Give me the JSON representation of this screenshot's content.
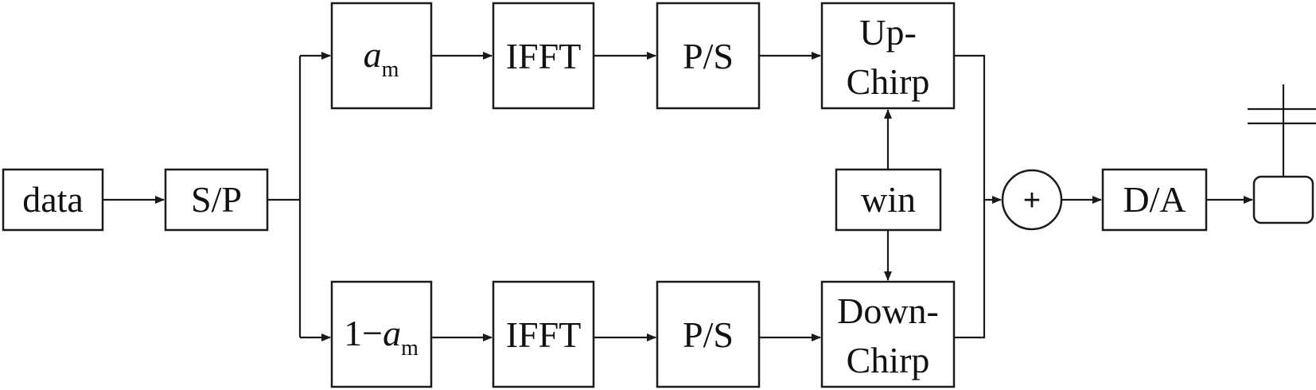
{
  "blocks": {
    "data": "data",
    "sp": "S/P",
    "am_top": {
      "symbol": "a",
      "subscript": "m"
    },
    "am_bottom": {
      "prefix": "1−",
      "symbol": "a",
      "subscript": "m"
    },
    "ifft_top": "IFFT",
    "ifft_bottom": "IFFT",
    "ps_top": "P/S",
    "ps_bottom": "P/S",
    "upchirp": {
      "line1": "Up-",
      "line2": "Chirp"
    },
    "downchirp": {
      "line1": "Down-",
      "line2": "Chirp"
    },
    "win": "win",
    "sum": "+",
    "da": "D/A"
  }
}
